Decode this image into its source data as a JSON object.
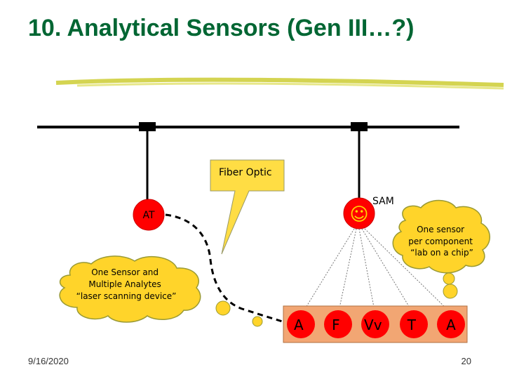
{
  "slide": {
    "title": "10. Analytical Sensors (Gen III…?)",
    "date": "9/16/2020",
    "page_number": "20"
  },
  "diagram": {
    "fiber_callout": "Fiber Optic",
    "sam_label": "SAM",
    "at_label": "AT",
    "smiley": "☺",
    "thought_right": [
      "One sensor",
      "per component",
      "“lab on a chip”"
    ],
    "thought_left": [
      "One Sensor and",
      "Multiple Analytes",
      "“laser scanning device”"
    ],
    "chip_cells": [
      "A",
      "F",
      "Vv",
      "T",
      "A"
    ]
  },
  "colors": {
    "title": "#006633",
    "node_red": "#ff0000",
    "bubble_fill": "#ffd42a",
    "chip_fill": "#f2a673",
    "callout_fill": "#ffdd44",
    "underline": "#cccc33"
  }
}
